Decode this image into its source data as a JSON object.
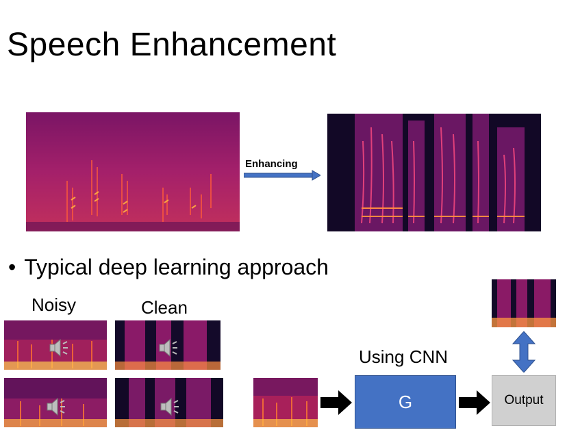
{
  "title": "Speech Enhancement",
  "arrow_label": "Enhancing",
  "bullet": "Typical deep learning approach",
  "noisy_label": "Noisy",
  "clean_label": "Clean",
  "cnn_label": "Using CNN",
  "generator_label": "G",
  "output_label": "Output",
  "colors": {
    "generator_box": "#4472c4",
    "output_box": "#d0d0d0",
    "arrow_blue": "#4472c4",
    "spectrogram_dark": "#120826",
    "spectrogram_mid": "#8b1a6b",
    "spectrogram_hot": "#ff6a1a"
  },
  "icons": [
    "speaker-icon",
    "right-arrow-icon",
    "double-vertical-arrow-icon"
  ]
}
